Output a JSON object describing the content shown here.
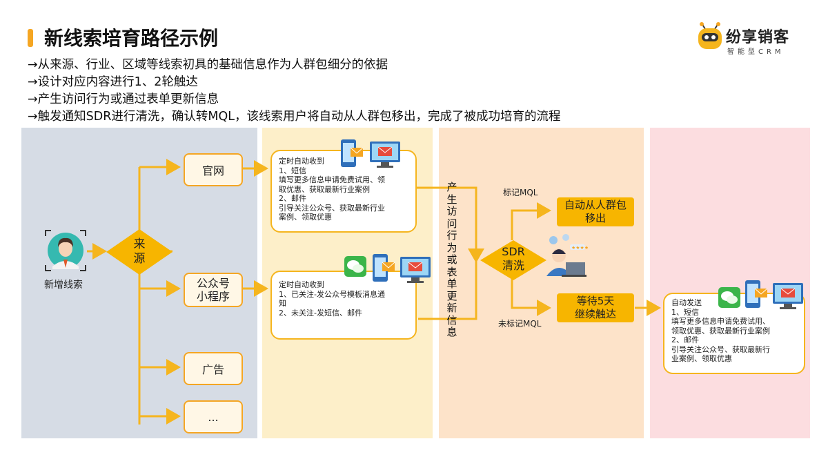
{
  "title": "新线索培育路径示例",
  "bullets": [
    "→从来源、行业、区域等线索初具的基础信息作为人群包细分的依据",
    "→设计对应内容进行1、2轮触达",
    "→产生访问行为或通过表单更新信息",
    "→触发通知SDR进行清洗，确认转MQL，该线索用户将自动从人群包移出，完成了被成功培育的流程"
  ],
  "logo": {
    "name": "纷享销客",
    "subtitle": "智能型CRM"
  },
  "colors": {
    "accent": "#f5a623",
    "panel1": "#d6dce5",
    "panel2": "#fdefc9",
    "panel3": "#fde3c9",
    "panel4": "#fcdde0",
    "fill": "#f7b500"
  },
  "new_lead": {
    "label": "新增线索",
    "icon": "user-avatar-icon"
  },
  "source": {
    "label_line1": "来",
    "label_line2": "源"
  },
  "channels": [
    "官网",
    "公众号\n小程序",
    "广告",
    "..."
  ],
  "note1": {
    "icons": [
      "phone-mail-icon",
      "computer-mail-icon"
    ],
    "lines": [
      "定时自动收到",
      "1、短信",
      "填写更多信息申请免费试用、领",
      "取优惠、获取最新行业案例",
      "2、邮件",
      "引导关注公众号、获取最新行业",
      "案例、领取优惠"
    ]
  },
  "note2": {
    "icons": [
      "wechat-icon",
      "phone-mail-icon",
      "computer-mail-icon"
    ],
    "lines": [
      "定时自动收到",
      "1、已关注-发公众号模板消息通",
      "知",
      "2、未关注-发短信、邮件"
    ]
  },
  "vertical_label": "产生访问行为或表单更新信息",
  "sdr": {
    "line1": "SDR",
    "line2": "清洗",
    "icon": "sdr-agent-icon"
  },
  "mql_marked": "标记MQL",
  "mql_unmarked": "未标记MQL",
  "auto_remove": {
    "line1": "自动从人群包",
    "line2": "移出"
  },
  "wait": {
    "line1": "等待5天",
    "line2": "继续触达"
  },
  "note3": {
    "icons": [
      "wechat-icon",
      "phone-mail-icon",
      "computer-mail-icon"
    ],
    "lines": [
      "自动发送",
      "1、短信",
      "填写更多信息申请免费试用、",
      "领取优惠、获取最新行业案例",
      "2、邮件",
      "引导关注公众号、获取最新行",
      "业案例、领取优惠"
    ]
  }
}
